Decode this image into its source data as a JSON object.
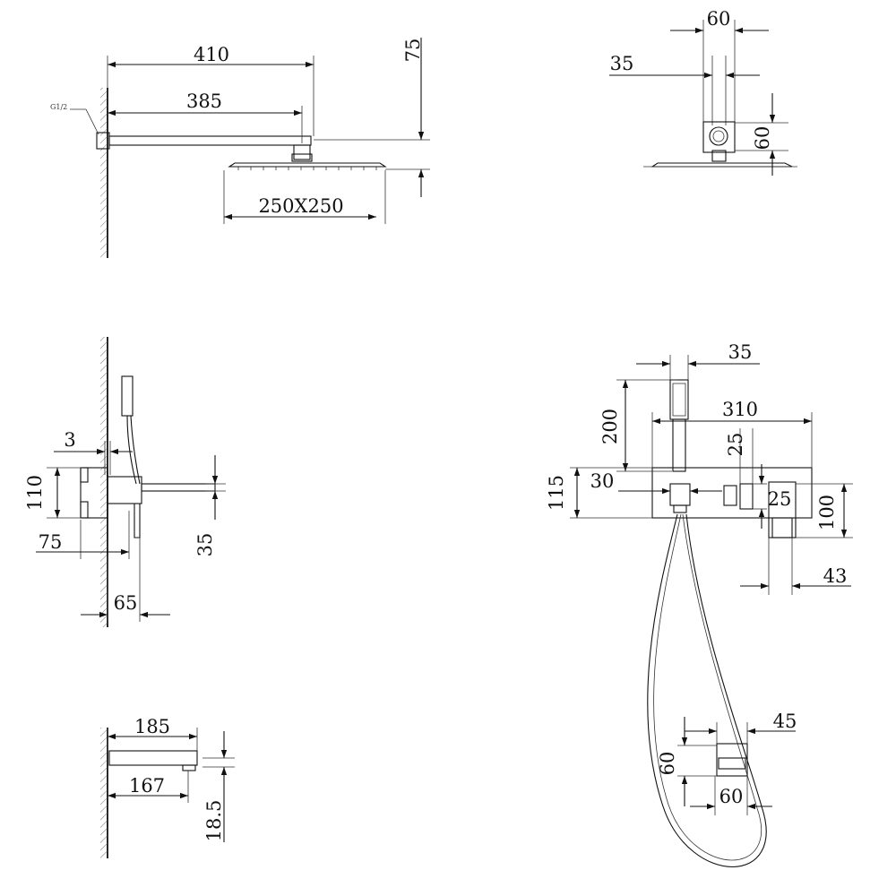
{
  "views": {
    "overhead_side": {
      "arm_length": "410",
      "arm_inner": "385",
      "height": "75",
      "head_size": "250X250",
      "thread": "G1/2"
    },
    "overhead_front": {
      "top_width": "60",
      "offset": "35",
      "height": "60"
    },
    "valve_side": {
      "plate_gap": "3",
      "height": "110",
      "depth": "75",
      "spout_height": "35",
      "offset": "65"
    },
    "valve_front": {
      "handset_width": "35",
      "length": "310",
      "handset_height": "200",
      "small": "25",
      "height": "115",
      "inlet": "30",
      "knob": "25",
      "body_height": "100",
      "depth": "43"
    },
    "spout_side": {
      "length": "185",
      "inner": "167",
      "height": "18.5"
    },
    "elbow_front": {
      "depth": "45",
      "height": "60",
      "width": "60"
    }
  }
}
